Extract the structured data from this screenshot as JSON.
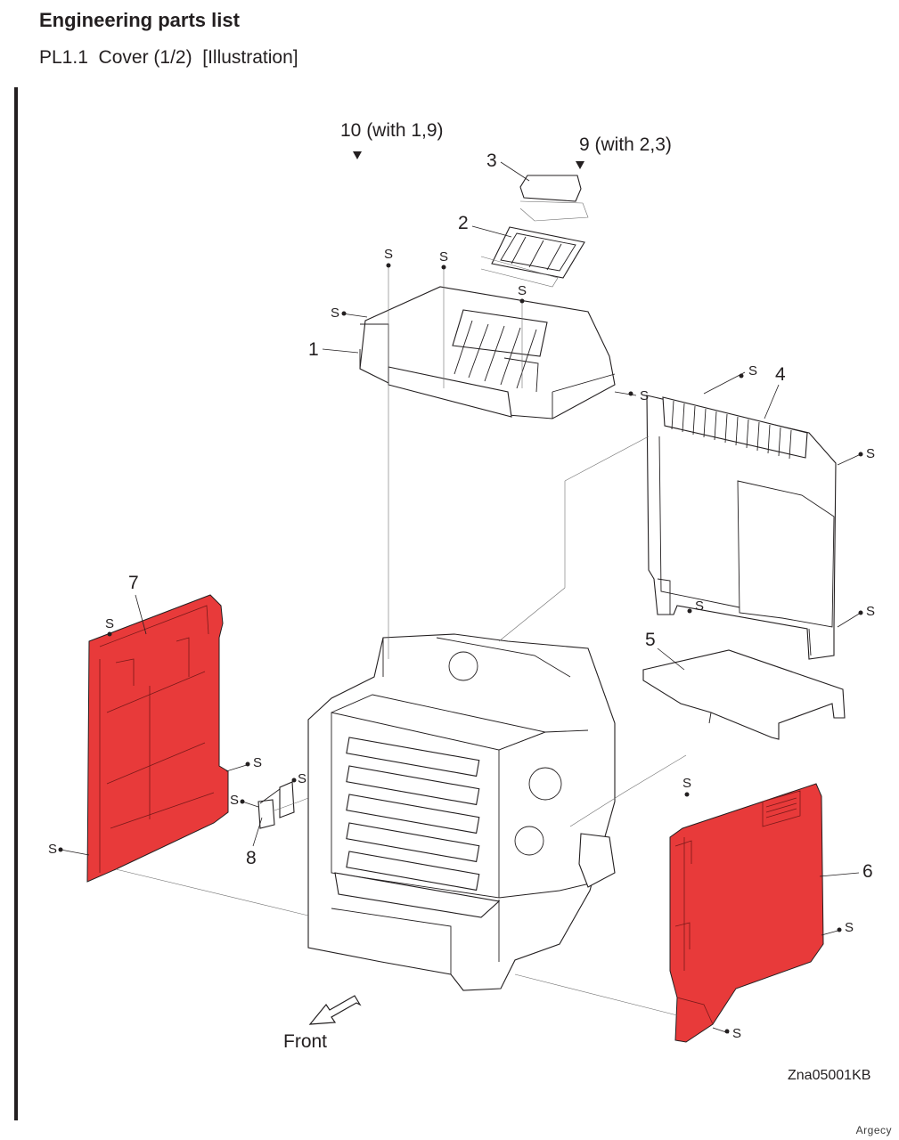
{
  "page": {
    "heading": "Engineering parts list",
    "subheading": "PL1.1  Cover (1/2)  [Illustration]",
    "figure_id": "Zna05001KB",
    "watermark": "Argecy",
    "front_label": "Front"
  },
  "callouts": {
    "c10": "10 (with 1,9)",
    "c9": "9 (with 2,3)",
    "c3": "3",
    "c2": "2",
    "c1": "1",
    "c4": "4",
    "c5": "5",
    "c6": "6",
    "c7": "7",
    "c8": "8"
  },
  "screw_mark": "S",
  "colors": {
    "highlight": "#e83a3a",
    "line": "#231f20"
  }
}
